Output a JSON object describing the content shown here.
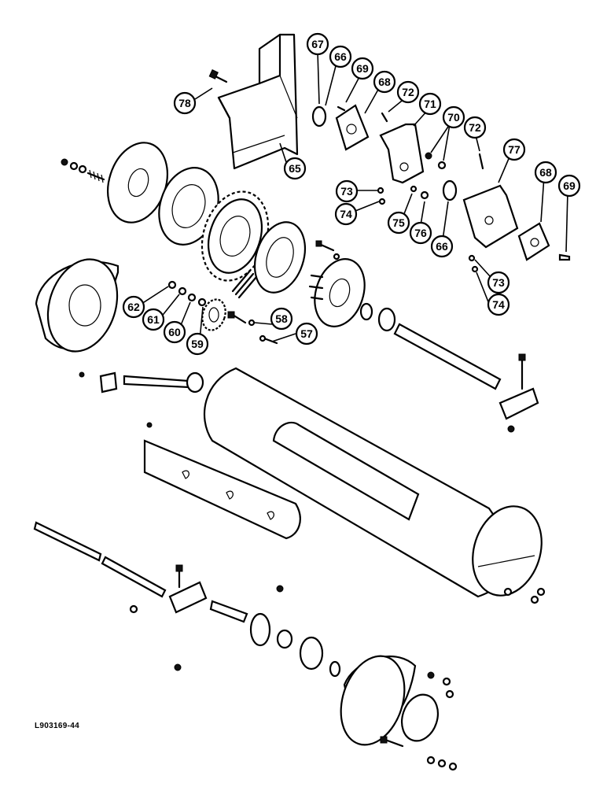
{
  "diagram": {
    "drawing_code": "L903169-44",
    "callouts": [
      {
        "id": "c57",
        "label": "57"
      },
      {
        "id": "c58",
        "label": "58"
      },
      {
        "id": "c59",
        "label": "59"
      },
      {
        "id": "c60",
        "label": "60"
      },
      {
        "id": "c61",
        "label": "61"
      },
      {
        "id": "c62",
        "label": "62"
      },
      {
        "id": "c65",
        "label": "65"
      },
      {
        "id": "c66a",
        "label": "66"
      },
      {
        "id": "c66b",
        "label": "66"
      },
      {
        "id": "c67",
        "label": "67"
      },
      {
        "id": "c68a",
        "label": "68"
      },
      {
        "id": "c68b",
        "label": "68"
      },
      {
        "id": "c69a",
        "label": "69"
      },
      {
        "id": "c69b",
        "label": "69"
      },
      {
        "id": "c70",
        "label": "70"
      },
      {
        "id": "c71",
        "label": "71"
      },
      {
        "id": "c72a",
        "label": "72"
      },
      {
        "id": "c72b",
        "label": "72"
      },
      {
        "id": "c73a",
        "label": "73"
      },
      {
        "id": "c73b",
        "label": "73"
      },
      {
        "id": "c74a",
        "label": "74"
      },
      {
        "id": "c74b",
        "label": "74"
      },
      {
        "id": "c75",
        "label": "75"
      },
      {
        "id": "c76",
        "label": "76"
      },
      {
        "id": "c77",
        "label": "77"
      },
      {
        "id": "c78",
        "label": "78"
      }
    ]
  }
}
